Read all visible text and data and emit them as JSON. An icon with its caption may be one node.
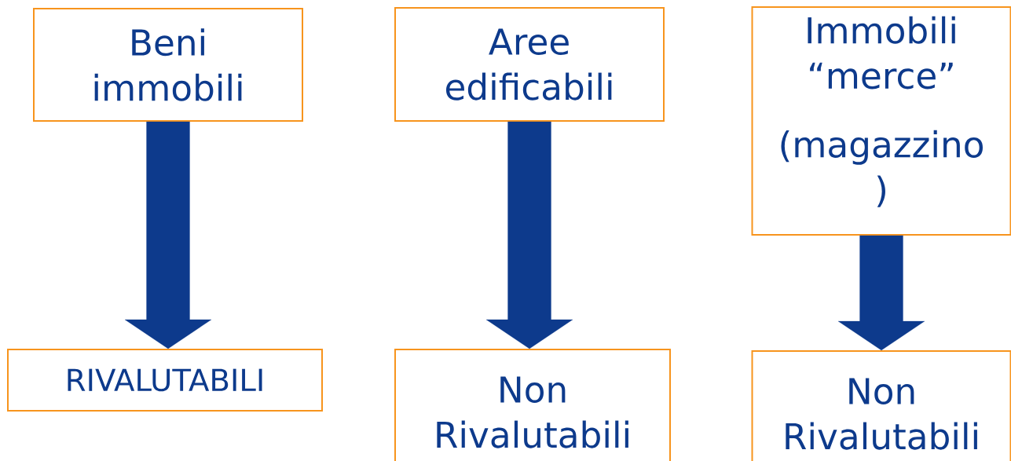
{
  "diagram": {
    "nodes": [
      {
        "text": [
          "Beni immobili"
        ]
      },
      {
        "text": [
          "Aree edificabili"
        ]
      },
      {
        "text": [
          "Immobili “merce”",
          "(magazzino )"
        ]
      },
      {
        "text": [
          "RIVALUTABILI"
        ]
      },
      {
        "text": [
          "Non Rivalutabili"
        ]
      },
      {
        "text": [
          "Non Rivalutabili"
        ]
      }
    ],
    "edges": [
      {
        "from": 0,
        "to": 3,
        "arrow": "to"
      },
      {
        "from": 1,
        "to": 4,
        "arrow": "to"
      },
      {
        "from": 2,
        "to": 5,
        "arrow": "to"
      }
    ]
  }
}
